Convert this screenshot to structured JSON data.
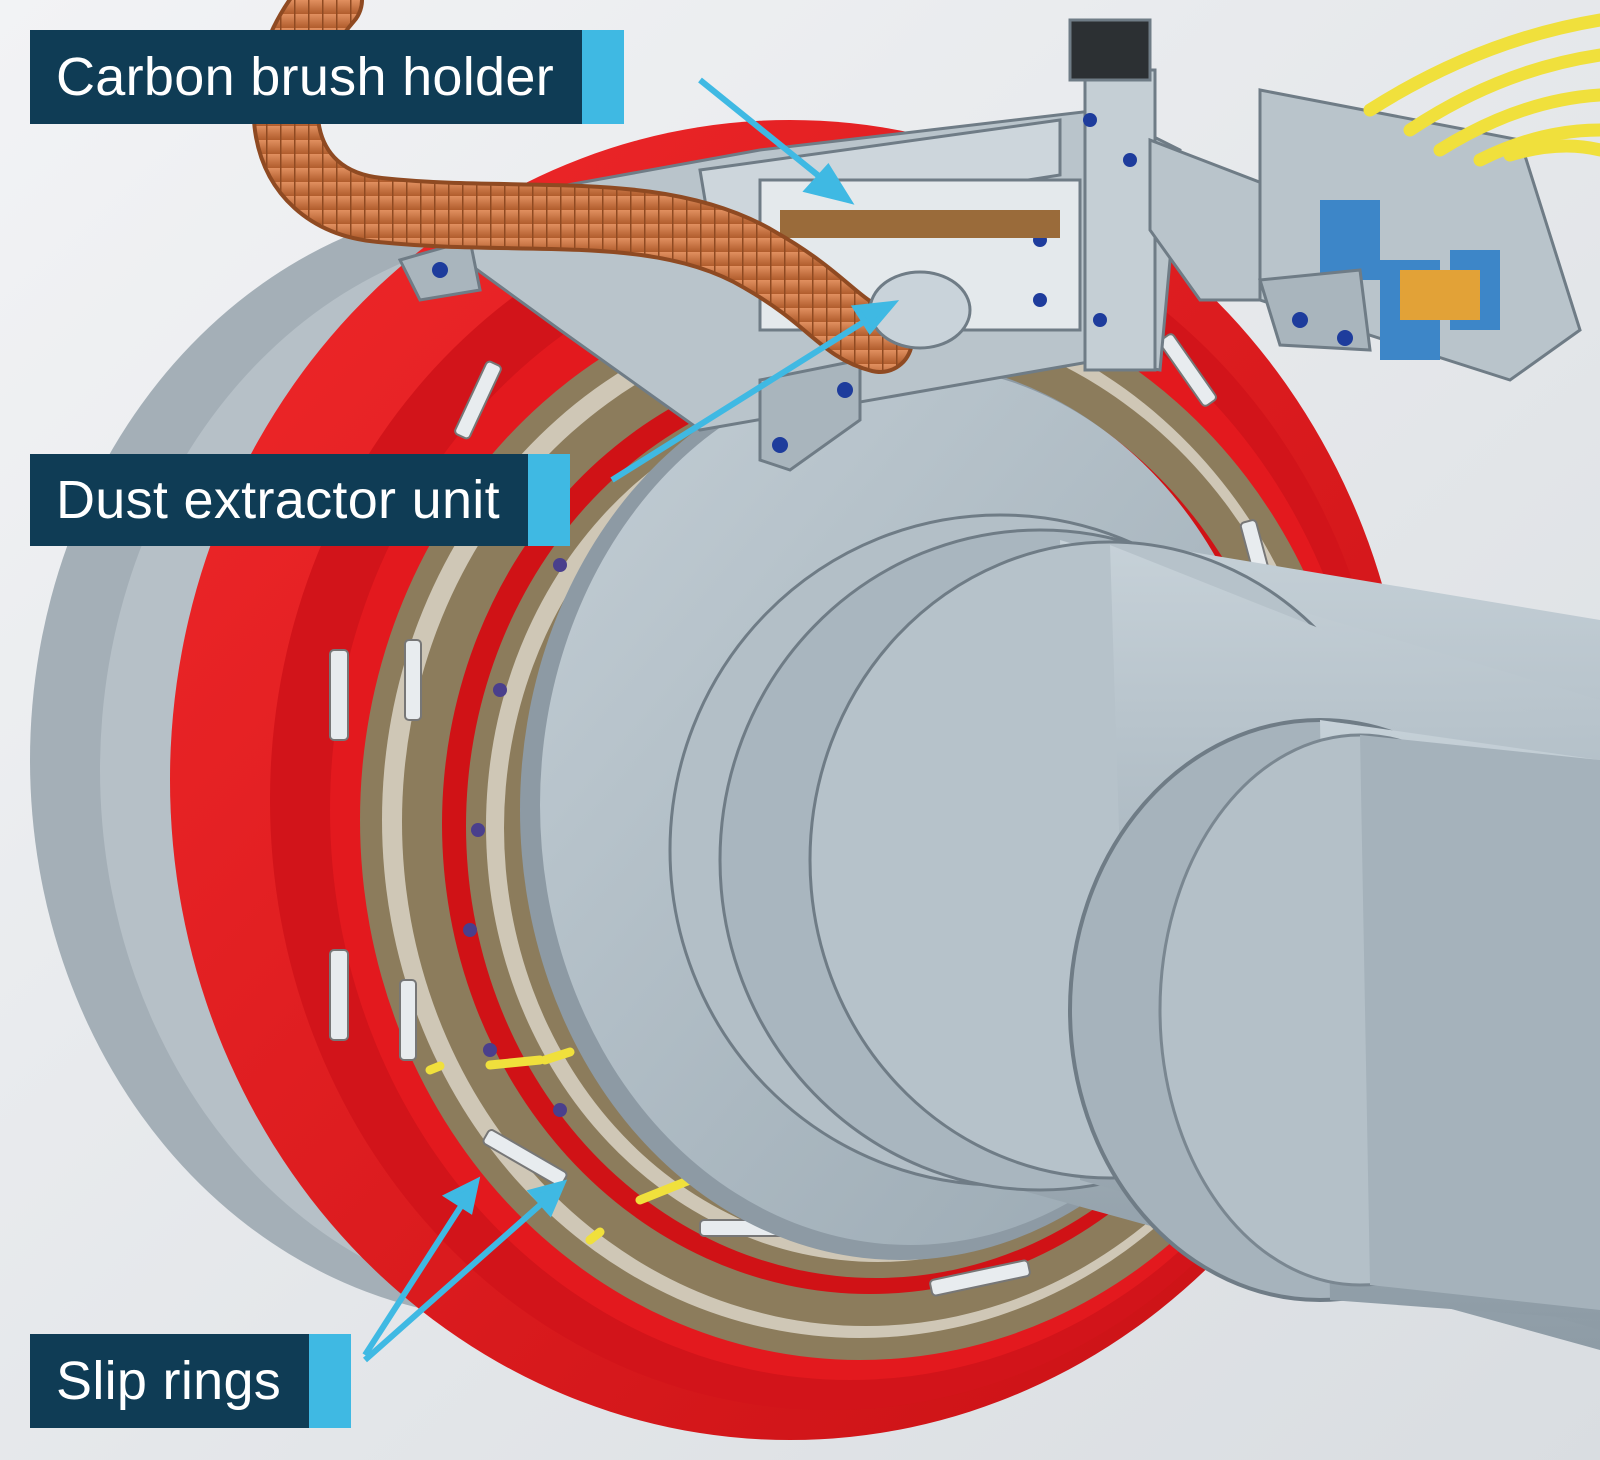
{
  "labels": {
    "carbon_brush_holder": "Carbon brush holder",
    "dust_extractor_unit": "Dust extractor unit",
    "slip_rings": "Slip rings"
  },
  "colors": {
    "label_bg": "#0f3c55",
    "label_text": "#ffffff",
    "accent": "#3fb9e3",
    "housing_red": "#e0181c",
    "shaft_grey": "#a8b6bf",
    "ring_bronze": "#8c7c5c",
    "hose_orange": "#c8733d",
    "cable_yellow": "#f0e03c"
  }
}
